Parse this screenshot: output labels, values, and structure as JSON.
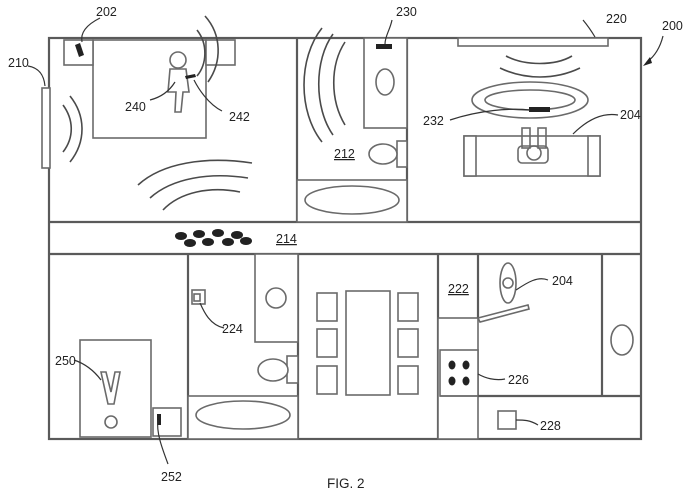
{
  "figure": {
    "caption": "FIG. 2",
    "references": {
      "system": "200",
      "device_bedroom_corner": "202",
      "person_livingroom": "204",
      "person_kitchen": "204",
      "wall_device": "210",
      "bathroom": "212",
      "hallway": "214",
      "ceiling_device": "220",
      "kitchen": "222",
      "wall_sensor": "224",
      "stove": "226",
      "floor_device": "228",
      "bathroom_device": "230",
      "livingroom_device": "232",
      "person_bedroom": "240",
      "wearable": "242",
      "person_lying": "250",
      "nightstand_device": "252"
    }
  }
}
